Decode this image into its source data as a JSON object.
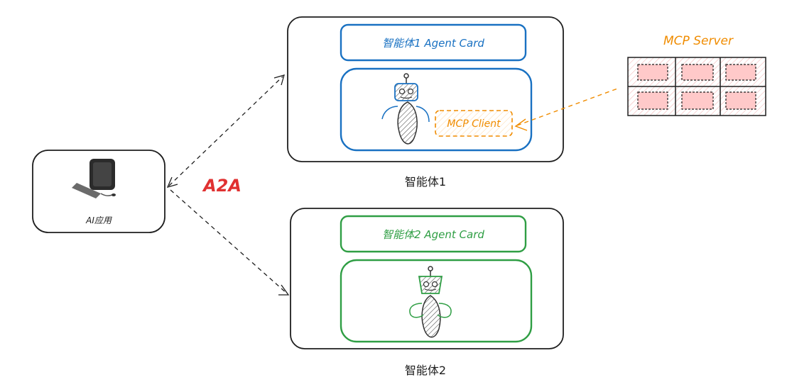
{
  "ai_app": {
    "label": "AI应用"
  },
  "protocol": {
    "label": "A2A"
  },
  "agent1": {
    "card_label": "智能体1 Agent Card",
    "name": "智能体1",
    "mcp_client_label": "MCP Client"
  },
  "agent2": {
    "card_label": "智能体2 Agent Card",
    "name": "智能体2"
  },
  "mcp_server": {
    "label": "MCP Server"
  },
  "colors": {
    "agent1_blue": "#1971c2",
    "agent2_green": "#2f9e44",
    "mcp_orange": "#f08c00",
    "protocol_red": "#e03131",
    "server_fill": "#ffc9c9"
  }
}
